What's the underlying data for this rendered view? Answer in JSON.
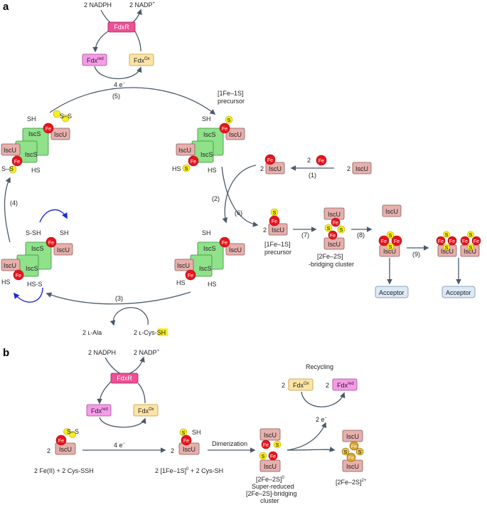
{
  "panel_a": {
    "letter": "a",
    "nadph": "2 NADPH",
    "nadp": "2 NADP",
    "nadp_sup": "+",
    "fdxr": "FdxR",
    "fdx_red": "Fdx",
    "fdx_red_sup": "red",
    "fdx_ox": "Fdx",
    "fdx_ox_sup": "Ox",
    "electrons": "4 e",
    "electrons_sup": "−",
    "step1": "(1)",
    "step2": "(2)",
    "step3": "(3)",
    "step4": "(4)",
    "step5": "(5)",
    "step6": "(6)",
    "step7": "(7)",
    "step8": "(8)",
    "step9": "(9)",
    "precursor_top_1": "[1Fe–1S]",
    "precursor_top_2": "precursor",
    "precursor_mid_1": "[1Fe–1S]",
    "precursor_mid_2": "precursor",
    "bridging_1": "[2Fe–2S]",
    "bridging_2": "-bridging cluster",
    "ala": "2 ʟ-Ala",
    "cys_prefix": "2 ʟ-Cys-",
    "cys_sh": "SH",
    "two": "2",
    "iscs": "IscS",
    "iscu": "IscU",
    "fe": "Fe",
    "s": "S",
    "sh": "SH",
    "hs": "HS",
    "ss_dash": "S–S",
    "sdot_sh": "S-SH",
    "hs_s": "HS-S",
    "acceptor": "Acceptor"
  },
  "panel_b": {
    "letter": "b",
    "nadph": "2 NADPH",
    "nadp": "2 NADP",
    "nadp_sup": "+",
    "fdxr": "FdxR",
    "fdx_red": "Fdx",
    "fdx_red_sup": "red",
    "fdx_ox": "Fdx",
    "fdx_ox_sup": "Ox",
    "electrons": "4 e",
    "electrons_sup": "−",
    "recycling": "Recycling",
    "two_e": "2 e",
    "two_e_sup": "−",
    "reactants": "2 Fe(II) + 2 Cys-SSH",
    "intermediate": "2 [1Fe–1S]",
    "intermediate_sup": "0",
    "intermediate_tail": " + 2 Cys-SH",
    "dimerization": "Dimerization",
    "super_1": "[2Fe–2S]",
    "super_1_sup": "0",
    "super_2": "Super-reduced",
    "super_3": "[2Fe–2S]-bridging",
    "super_4": "cluster",
    "product": "[2Fe–2S]",
    "product_sup": "2+",
    "two": "2",
    "iscu": "IscU",
    "fe": "Fe",
    "s": "S",
    "sh": "SH"
  }
}
